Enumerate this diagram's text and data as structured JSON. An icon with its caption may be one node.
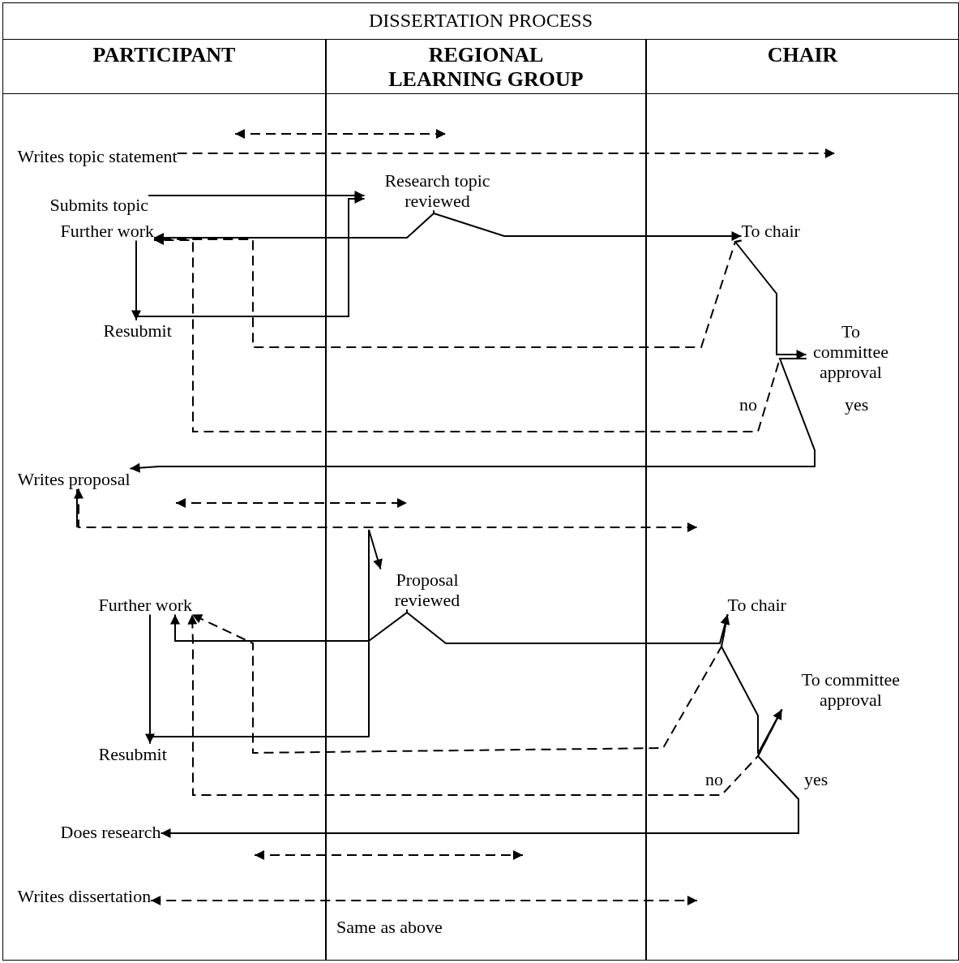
{
  "diagram": {
    "title": "DISSERTATION PROCESS",
    "nodes": [
      {
        "text": [
          "PARTICIPANT"
        ]
      },
      {
        "text": [
          "REGIONAL LEARNING GROUP"
        ]
      },
      {
        "text": [
          "CHAIR"
        ]
      },
      {
        "text": [
          "Writes topic statement"
        ],
        "in": 0
      },
      {
        "text": [
          "Submits topic"
        ],
        "in": 0
      },
      {
        "text": [
          "Further work"
        ],
        "in": 0
      },
      {
        "text": [
          "Resubmit"
        ],
        "in": 0
      },
      {
        "text": [
          "Research topic reviewed"
        ],
        "in": 1
      },
      {
        "text": [
          "To chair"
        ],
        "in": 2
      },
      {
        "text": [
          "To committee approval"
        ],
        "in": 2
      },
      {
        "text": [
          "Writes proposal"
        ],
        "in": 0
      },
      {
        "text": [
          "Proposal reviewed"
        ],
        "in": 1
      },
      {
        "text": [
          "Further work"
        ],
        "in": 0
      },
      {
        "text": [
          "Resubmit"
        ],
        "in": 0
      },
      {
        "text": [
          "To chair"
        ],
        "in": 2
      },
      {
        "text": [
          "To committee approval"
        ],
        "in": 2
      },
      {
        "text": [
          "Does research"
        ],
        "in": 0
      },
      {
        "text": [
          "Writes dissertation"
        ],
        "in": 0
      }
    ],
    "edges": [
      {
        "from": 3,
        "to": null,
        "arrow": "to",
        "style": "dashed"
      },
      {
        "from": 4,
        "to": 7,
        "arrow": "to"
      },
      {
        "from": 7,
        "to": 5,
        "arrow": "to"
      },
      {
        "from": 7,
        "to": 8,
        "arrow": "to"
      },
      {
        "from": 5,
        "to": 6,
        "arrow": "to"
      },
      {
        "from": 6,
        "to": 7,
        "arrow": "to"
      },
      {
        "from": 8,
        "to": 5,
        "arrow": "to",
        "style": "dashed"
      },
      {
        "from": 8,
        "to": 9,
        "arrow": "to"
      },
      {
        "from": 9,
        "to": 5,
        "arrow": "to",
        "style": "dashed",
        "label": "no"
      },
      {
        "from": 9,
        "to": 10,
        "arrow": "to",
        "label": "yes"
      },
      {
        "from": 10,
        "to": null,
        "arrow": "both",
        "style": "dashed"
      },
      {
        "from": 11,
        "to": 12,
        "arrow": "to"
      },
      {
        "from": 11,
        "to": 14,
        "arrow": "to"
      },
      {
        "from": 12,
        "to": 13,
        "arrow": "to"
      },
      {
        "from": 13,
        "to": 11,
        "arrow": "to"
      },
      {
        "from": 14,
        "to": 12,
        "arrow": "to",
        "style": "dashed"
      },
      {
        "from": 14,
        "to": 15,
        "arrow": "to"
      },
      {
        "from": 15,
        "to": 12,
        "arrow": "to",
        "style": "dashed",
        "label": "no"
      },
      {
        "from": 15,
        "to": 16,
        "arrow": "to",
        "label": "yes"
      },
      {
        "from": 17,
        "to": null,
        "arrow": "both",
        "style": "dashed"
      }
    ],
    "labels": [
      "Same as above"
    ]
  }
}
